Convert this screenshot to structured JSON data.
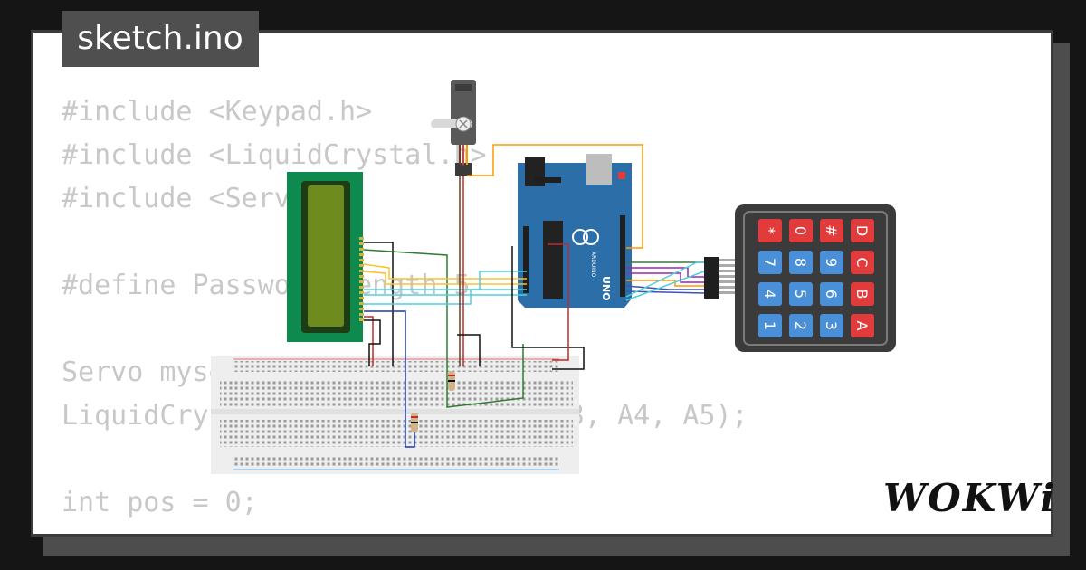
{
  "title": "sketch.ino",
  "code_lines": [
    "#include <Keypad.h>",
    "#include <LiquidCrystal.h>",
    "#include <Servo.h>",
    "",
    "#define Password_Length 5",
    "",
    "Servo myservo;",
    "LiquidCrystal lcd(A0, A1, A2, A3, A4, A5);",
    "",
    "int pos = 0;"
  ],
  "brand": "WOKWi",
  "keypad": {
    "keys": [
      [
        "*",
        "7",
        "4",
        "1"
      ],
      [
        "0",
        "8",
        "5",
        "2"
      ],
      [
        "#",
        "9",
        "6",
        "3"
      ],
      [
        "D",
        "C",
        "B",
        "A"
      ]
    ]
  },
  "arduino": {
    "board": "UNO",
    "maker": "ARDUINO"
  },
  "colors": {
    "background": "#151515",
    "card": "#ffffff",
    "code_text": "#c8c8c8",
    "tab": "#4f4f4f",
    "keypad_red": "#e23b3b",
    "keypad_blue": "#4a90d9",
    "arduino": "#2c6ea8",
    "lcd_green": "#0e8a4e"
  },
  "icons": [
    "servo-icon",
    "lcd-icon",
    "arduino-icon",
    "keypad-icon",
    "breadboard-icon",
    "resistor-icon"
  ]
}
